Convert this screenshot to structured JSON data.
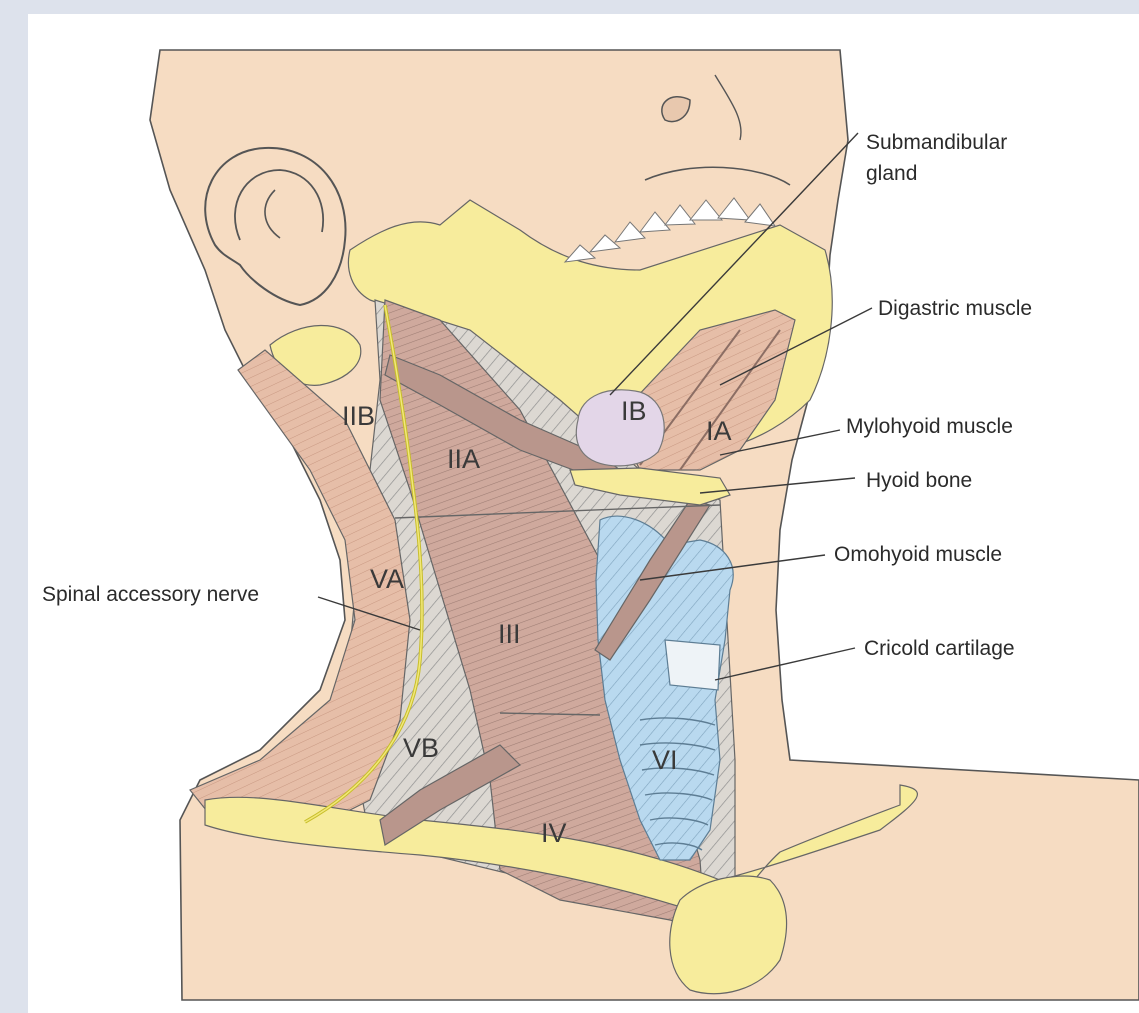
{
  "labels": {
    "submandibular_line1": "Submandibular",
    "submandibular_line2": "gland",
    "digastric": "Digastric muscle",
    "mylohyoid": "Mylohyoid muscle",
    "hyoid": "Hyoid bone",
    "omohyoid": "Omohyoid muscle",
    "cricoid": "Cricold cartilage",
    "spinal_accessory": "Spinal accessory nerve"
  },
  "levels": {
    "IIB": "IIB",
    "IIA": "IIA",
    "IB": "IB",
    "IA": "IA",
    "VA": "VA",
    "III": "III",
    "VB": "VB",
    "VI": "VI",
    "IV": "IV"
  },
  "colors": {
    "skin": "#f6dcc2",
    "bone": "#f7ec9c",
    "muscle": "#e2b8a2",
    "muscle_dark": "#c9a79d",
    "hatch_gray": "#d8d4cf",
    "airway": "#b9d9ef",
    "gland": "#e3d6e8",
    "nerve": "#d8d24a",
    "background": "#dde2ec"
  }
}
